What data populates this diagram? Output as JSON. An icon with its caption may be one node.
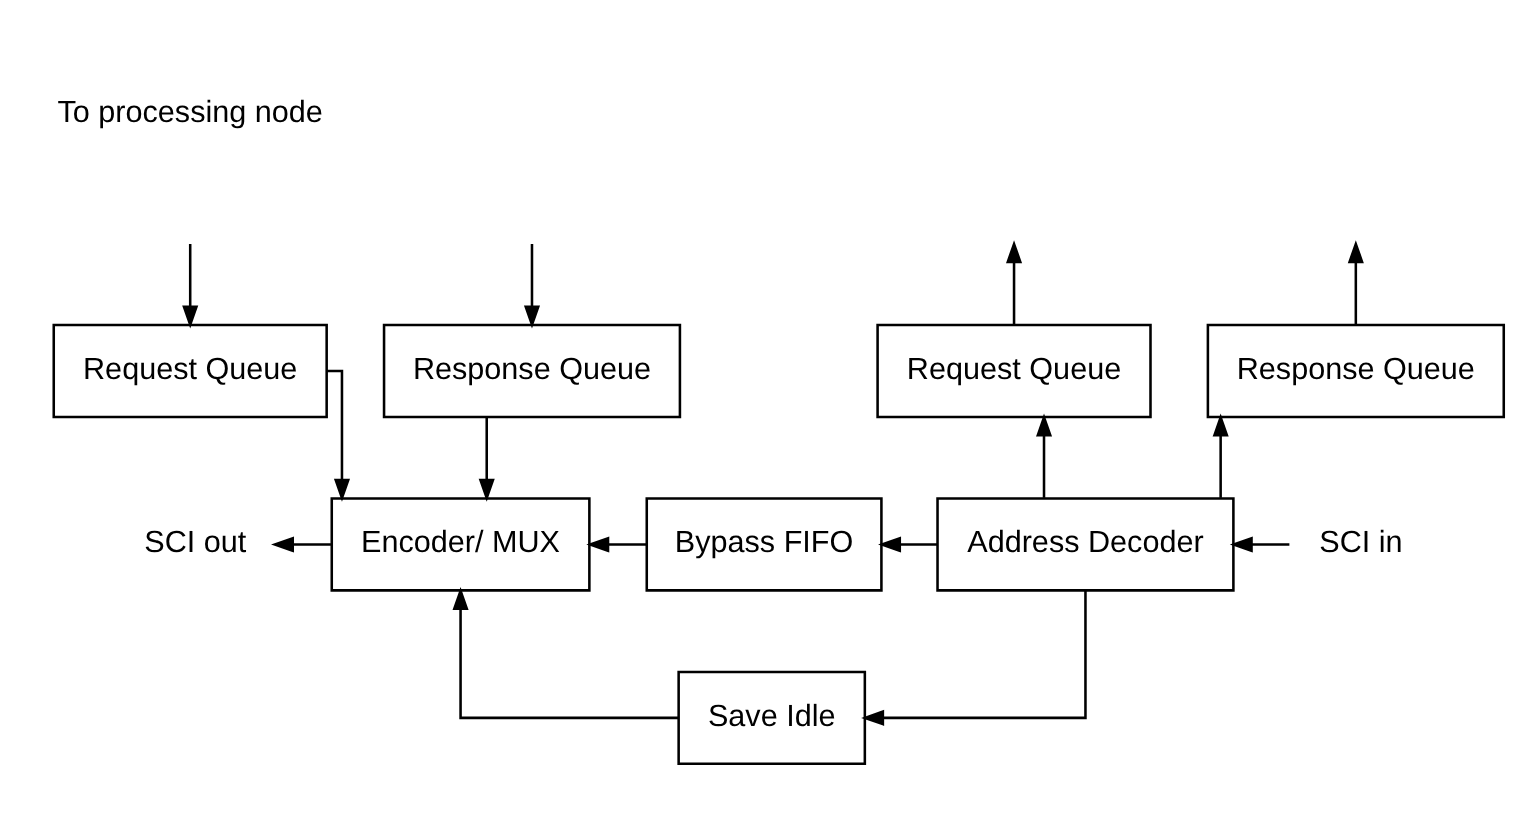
{
  "diagram": {
    "nodes": [
      {
        "text": [
          "Request Queue"
        ]
      },
      {
        "text": [
          "Response Queue"
        ]
      },
      {
        "text": [
          "Request Queue"
        ]
      },
      {
        "text": [
          "Response Queue"
        ]
      },
      {
        "text": [
          "Encoder/ MUX"
        ]
      },
      {
        "text": [
          "Bypass FIFO"
        ]
      },
      {
        "text": [
          "Address Decoder"
        ]
      },
      {
        "text": [
          "Save Idle"
        ]
      },
      {
        "text": [
          "SCI out"
        ]
      },
      {
        "text": [
          "SCI in"
        ]
      }
    ],
    "edges": [
      {
        "from": null,
        "to": 0,
        "arrow": "to"
      },
      {
        "from": null,
        "to": 1,
        "arrow": "to"
      },
      {
        "from": 2,
        "to": null,
        "arrow": "to"
      },
      {
        "from": 3,
        "to": null,
        "arrow": "to"
      },
      {
        "from": 0,
        "to": 4,
        "arrow": "to"
      },
      {
        "from": 1,
        "to": 4,
        "arrow": "to"
      },
      {
        "from": 6,
        "to": 2,
        "arrow": "to"
      },
      {
        "from": 6,
        "to": 3,
        "arrow": "to"
      },
      {
        "from": 6,
        "to": 5,
        "arrow": "to"
      },
      {
        "from": 5,
        "to": 4,
        "arrow": "to"
      },
      {
        "from": 4,
        "to": 8,
        "arrow": "to"
      },
      {
        "from": 9,
        "to": 6,
        "arrow": "to"
      },
      {
        "from": 6,
        "to": 7,
        "arrow": "to"
      },
      {
        "from": 7,
        "to": 4,
        "arrow": "to"
      }
    ],
    "labels": [
      "To processing node"
    ]
  }
}
